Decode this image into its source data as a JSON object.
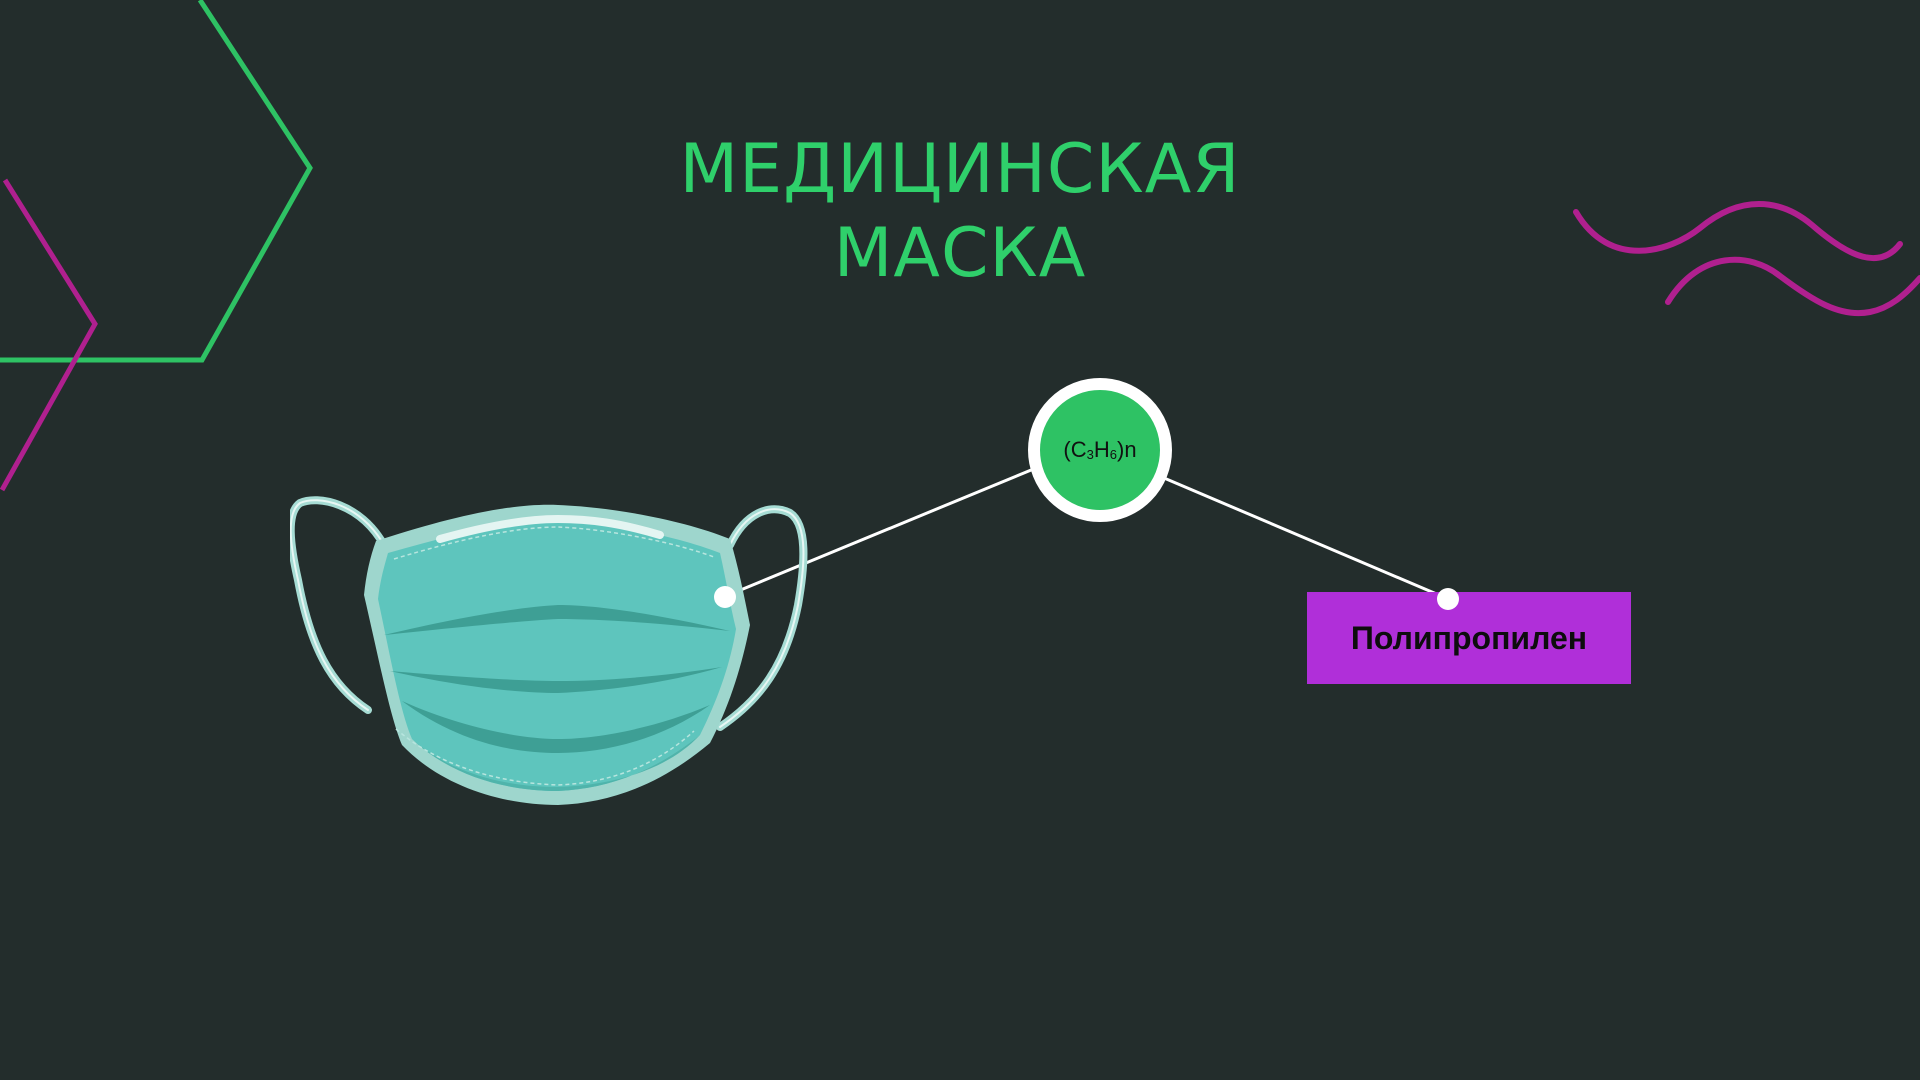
{
  "slide": {
    "title_line1": "МЕДИЦИНСКАЯ",
    "title_line2": "МАСКА",
    "formula": {
      "prefix": "(C",
      "sub1": "3",
      "mid": "H",
      "sub2": "6",
      "suffix": ")n"
    },
    "material_label": "Полипропилен",
    "images": {
      "mask": "medical-face-mask-illustration"
    },
    "colors": {
      "background": "#232d2c",
      "title": "#2fd06b",
      "circle_fill": "#2ec264",
      "label_fill": "#b02fd9",
      "deco_green": "#2ec264",
      "deco_magenta": "#b0208f"
    }
  }
}
